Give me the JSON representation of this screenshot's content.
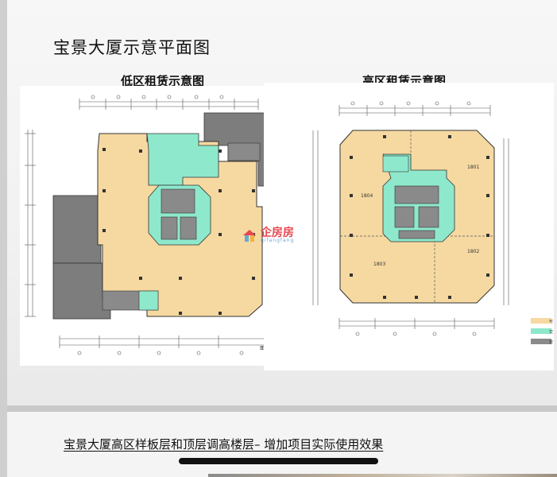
{
  "slide1": {
    "title": "宝景大厦示意平面图",
    "left_plan": {
      "label": "低区租赁示意图",
      "note": "面图"
    },
    "right_plan": {
      "label": "高区租赁示意图",
      "units": [
        "1801",
        "1804",
        "1803",
        "1802"
      ],
      "legend": [
        "可",
        "交",
        "非"
      ]
    }
  },
  "watermark": {
    "brand": "企房房",
    "sub": "qifangfang"
  },
  "slide2": {
    "title": "宝景大厦高区样板层和顶层调高楼层– 增加项目实际使用效果"
  },
  "colors": {
    "leasable": "#f6d9a1",
    "core": "#8ee8cc",
    "service": "#8a8a8a",
    "outline": "#333333"
  }
}
